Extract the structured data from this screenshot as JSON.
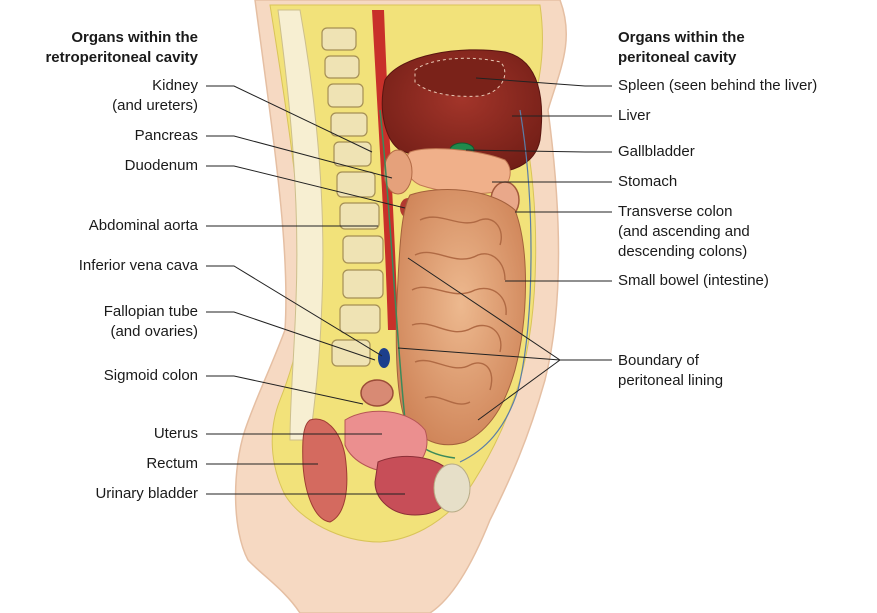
{
  "headings": {
    "left": [
      "Organs within the",
      "retroperitoneal cavity"
    ],
    "right": [
      "Organs within the",
      "peritoneal cavity"
    ]
  },
  "left_labels": [
    {
      "id": "kidney",
      "lines": [
        "Kidney",
        "(and ureters)"
      ]
    },
    {
      "id": "pancreas",
      "lines": [
        "Pancreas"
      ]
    },
    {
      "id": "duodenum",
      "lines": [
        "Duodenum"
      ]
    },
    {
      "id": "abdominal-aorta",
      "lines": [
        "Abdominal aorta"
      ]
    },
    {
      "id": "inferior-vena-cava",
      "lines": [
        "Inferior vena cava"
      ]
    },
    {
      "id": "fallopian-tube",
      "lines": [
        "Fallopian tube",
        "(and ovaries)"
      ]
    },
    {
      "id": "sigmoid-colon",
      "lines": [
        "Sigmoid colon"
      ]
    },
    {
      "id": "uterus",
      "lines": [
        "Uterus"
      ]
    },
    {
      "id": "rectum",
      "lines": [
        "Rectum"
      ]
    },
    {
      "id": "urinary-bladder",
      "lines": [
        "Urinary bladder"
      ]
    }
  ],
  "right_labels": [
    {
      "id": "spleen",
      "lines": [
        "Spleen (seen behind the liver)"
      ]
    },
    {
      "id": "liver",
      "lines": [
        "Liver"
      ]
    },
    {
      "id": "gallbladder",
      "lines": [
        "Gallbladder"
      ]
    },
    {
      "id": "stomach",
      "lines": [
        "Stomach"
      ]
    },
    {
      "id": "transverse-colon",
      "lines": [
        "Transverse colon",
        "(and ascending and",
        "descending colons)"
      ]
    },
    {
      "id": "small-bowel",
      "lines": [
        "Small bowel (intestine)"
      ]
    },
    {
      "id": "boundary",
      "lines": [
        "Boundary of",
        "peritoneal lining"
      ]
    }
  ],
  "colors": {
    "skin": "#f6d9c2",
    "fat": "#f2e27a",
    "liver": "#8f2a1f",
    "intestine": "#e3a57a",
    "bone": "#efe3b4",
    "aorta": "#c8302a",
    "vena_cava": "#1c3f8c",
    "gallbladder": "#1f8a4c",
    "leader": "#222222"
  }
}
